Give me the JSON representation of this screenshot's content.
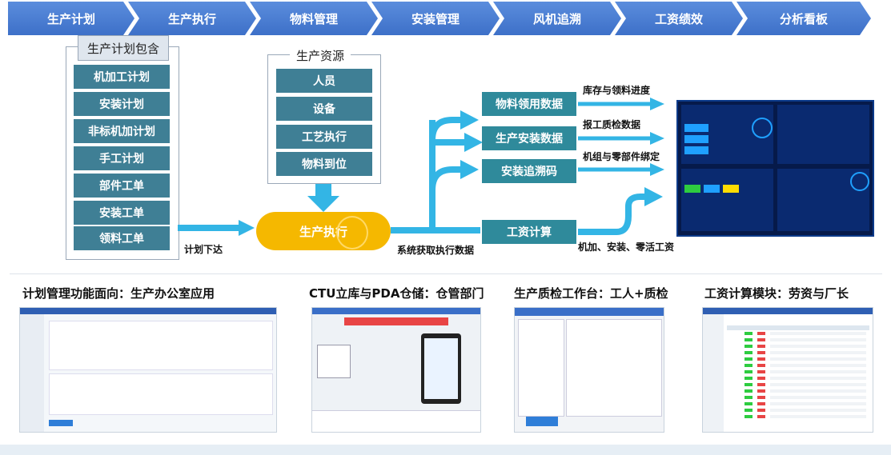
{
  "nav": [
    "生产计划",
    "生产执行",
    "物料管理",
    "安装管理",
    "风机追溯",
    "工资绩效",
    "分析看板"
  ],
  "plan_box": {
    "title": "生产计划包含",
    "items": [
      "机加工计划",
      "安装计划",
      "非标机加计划",
      "手工计划",
      "部件工单",
      "安装工单",
      "领料工单"
    ]
  },
  "resource_box": {
    "title": "生产资源",
    "items": [
      "人员",
      "设备",
      "工艺执行",
      "物料到位"
    ]
  },
  "center": {
    "execution": "生产执行",
    "plan_issue": "计划下达",
    "system_fetch": "系统获取执行数据"
  },
  "outputs": [
    {
      "label": "物料领用数据",
      "arrow_label": "库存与领料进度"
    },
    {
      "label": "生产安装数据",
      "arrow_label": "报工质检数据"
    },
    {
      "label": "安装追溯码",
      "arrow_label": "机组与零部件绑定"
    },
    {
      "label": "工资计算",
      "arrow_label": "机加、安装、零活工资"
    }
  ],
  "bottom_titles": [
    "计划管理功能面向：生产办公室应用",
    "CTU立库与PDA仓储：仓管部门",
    "生产质检工作台：工人+质检",
    "工资计算模块：劳资与厂长"
  ],
  "colors": {
    "nav": "#4a7fd4",
    "item": "#3f7f95",
    "output": "#2f8a9b",
    "arrow": "#33b5e5",
    "execution": "#f5b800"
  }
}
